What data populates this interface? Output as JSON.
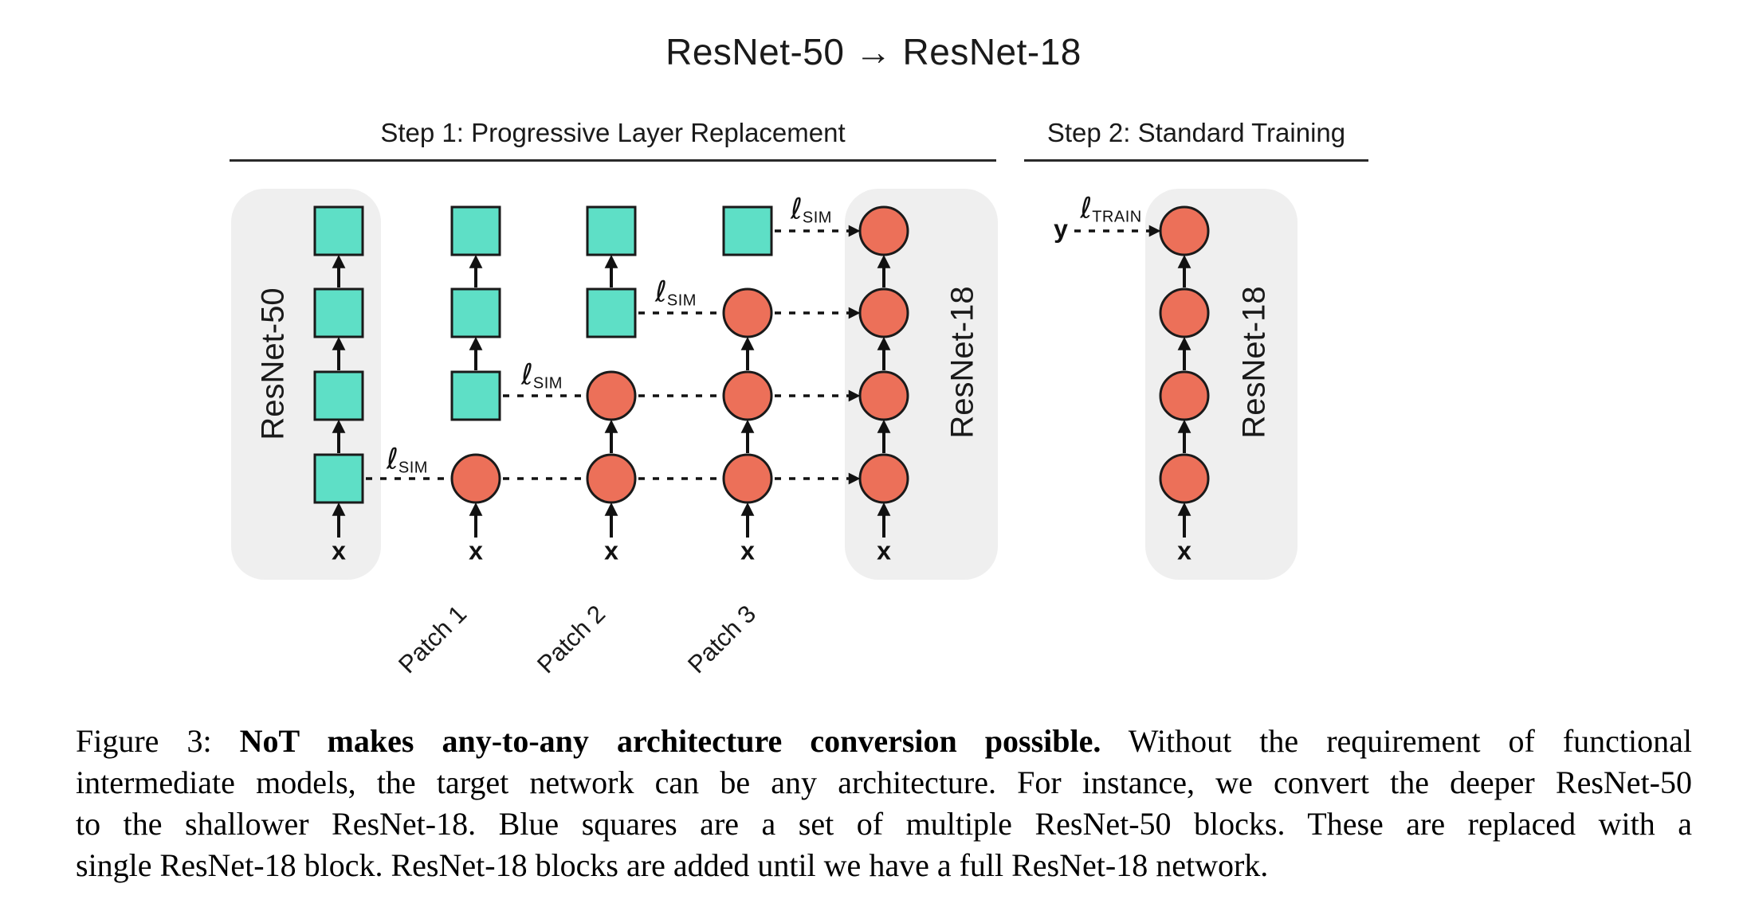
{
  "title": "ResNet-50 → ResNet-18",
  "step1": {
    "label": "Step 1: Progressive Layer Replacement"
  },
  "step2": {
    "label": "Step 2: Standard Training"
  },
  "colors": {
    "teal_block": "#5EDFC6",
    "coral_block": "#EC7059",
    "box_background": "#EFEFEF",
    "stroke": "#1A1A1A",
    "arrow": "#111111"
  },
  "diagram": {
    "input_label": "x",
    "target_label": "y",
    "sim_loss_symbol": "ℓ",
    "sim_loss_sub": "SIM",
    "train_loss_symbol": "ℓ",
    "train_loss_sub": "TRAIN",
    "columns": [
      {
        "name": "ResNet-50",
        "boxed": true,
        "box_label": "ResNet-50",
        "shapes": [
          "square",
          "square",
          "square",
          "square"
        ]
      },
      {
        "name": "Patch 1",
        "patch_label": "Patch 1",
        "shapes": [
          "square",
          "square",
          "square",
          "circle"
        ]
      },
      {
        "name": "Patch 2",
        "patch_label": "Patch 2",
        "shapes": [
          "square",
          "square",
          "circle",
          "circle"
        ]
      },
      {
        "name": "Patch 3",
        "patch_label": "Patch 3",
        "shapes": [
          "square",
          "circle",
          "circle",
          "circle"
        ]
      },
      {
        "name": "ResNet-18",
        "boxed": true,
        "box_label": "ResNet-18",
        "shapes": [
          "circle",
          "circle",
          "circle",
          "circle"
        ]
      },
      {
        "name": "ResNet-18 (step 2)",
        "boxed": true,
        "box_label": "ResNet-18",
        "shapes": [
          "circle",
          "circle",
          "circle",
          "circle"
        ]
      }
    ]
  },
  "caption": {
    "lines": [
      {
        "prefix": "Figure 3: ",
        "bold": "NoT makes any-to-any architecture conversion possible.",
        "rest": " Without the requirement of functional"
      },
      {
        "text": "intermediate models, the target network can be any architecture. For instance, we convert the deeper ResNet-50"
      },
      {
        "text": "to the shallower ResNet-18. Blue squares are a set of multiple ResNet-50 blocks. These are replaced with a"
      },
      {
        "text": "single ResNet-18 block. ResNet-18 blocks are added until we have a full ResNet-18 network."
      }
    ]
  }
}
